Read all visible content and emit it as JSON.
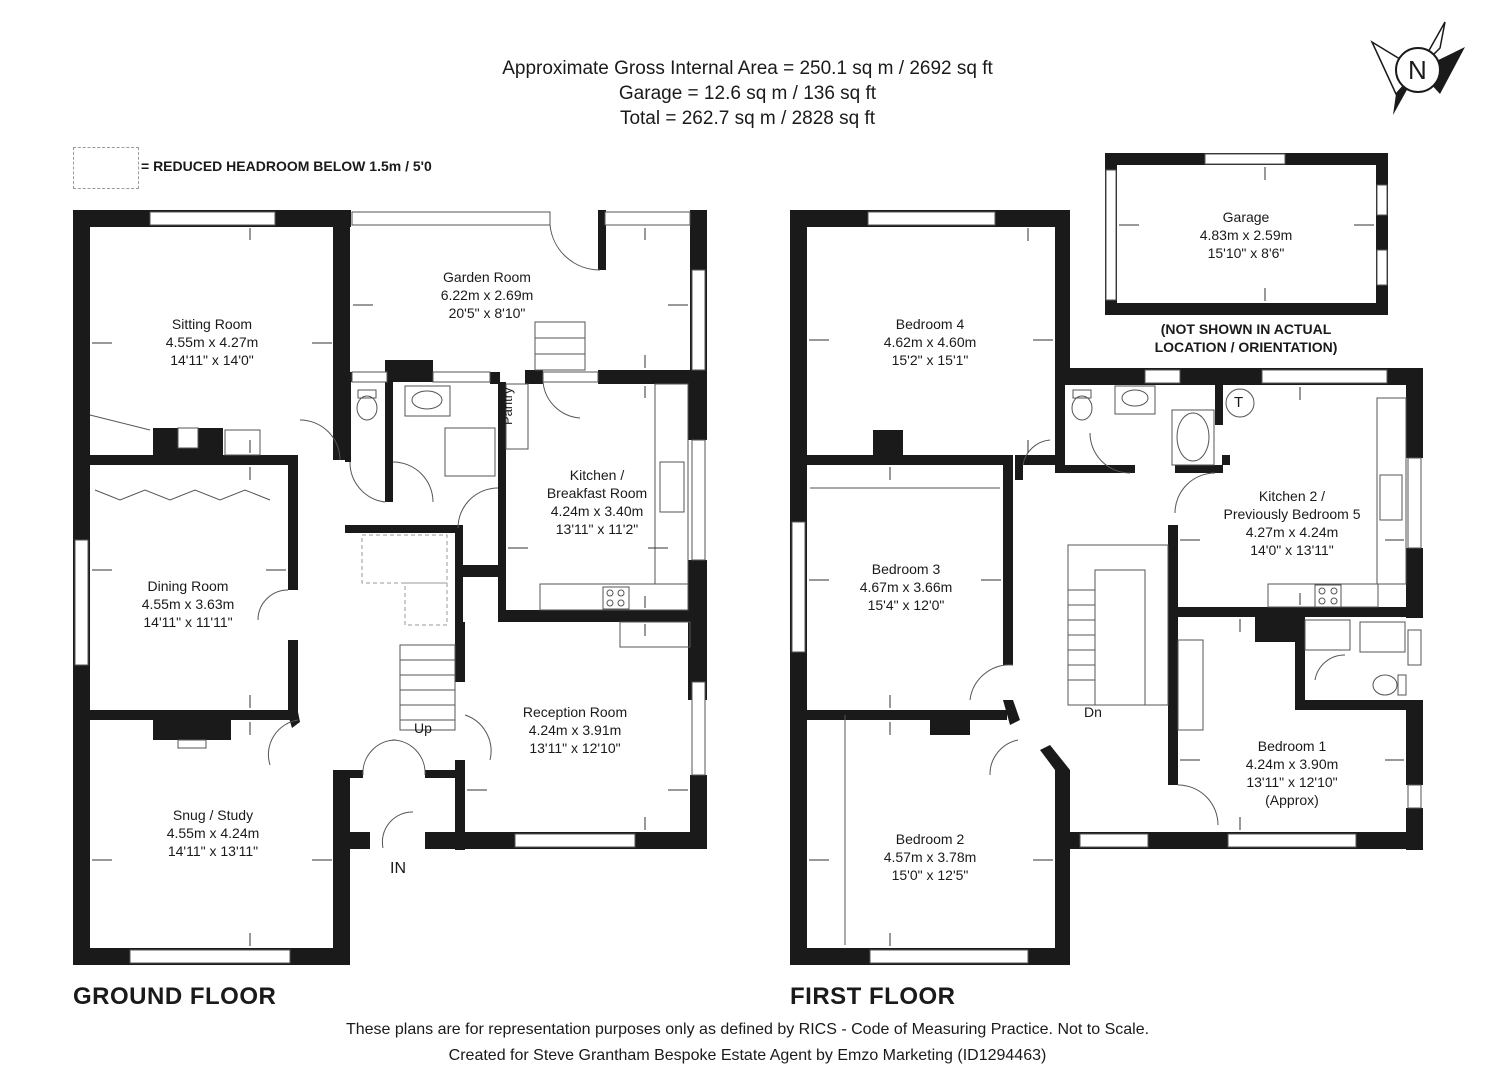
{
  "header": {
    "line1": "Approximate Gross Internal Area = 250.1 sq m / 2692 sq ft",
    "line2": "Garage = 12.6 sq m / 136 sq ft",
    "line3": "Total = 262.7 sq m / 2828 sq ft"
  },
  "compass": {
    "label": "N",
    "icon": "north-compass-icon"
  },
  "legend": {
    "text": "= REDUCED HEADROOM BELOW 1.5m / 5'0"
  },
  "ground_floor": {
    "title": "GROUND FLOOR",
    "rooms": {
      "sitting": {
        "name": "Sitting Room",
        "metric": "4.55m x 4.27m",
        "imperial": "14'11\" x 14'0\""
      },
      "garden": {
        "name": "Garden Room",
        "metric": "6.22m x 2.69m",
        "imperial": "20'5\" x 8'10\""
      },
      "kitchen": {
        "name": "Kitchen /",
        "name2": "Breakfast Room",
        "metric": "4.24m x 3.40m",
        "imperial": "13'11\" x 11'2\""
      },
      "dining": {
        "name": "Dining Room",
        "metric": "4.55m x 3.63m",
        "imperial": "14'11\" x 11'11\""
      },
      "reception": {
        "name": "Reception Room",
        "metric": "4.24m x 3.91m",
        "imperial": "13'11\" x 12'10\""
      },
      "snug": {
        "name": "Snug / Study",
        "metric": "4.55m x 4.24m",
        "imperial": "14'11\" x 13'11\""
      }
    },
    "pantry": "Pantry",
    "up": "Up",
    "entrance": "IN"
  },
  "first_floor": {
    "title": "FIRST FLOOR",
    "rooms": {
      "bed4": {
        "name": "Bedroom 4",
        "metric": "4.62m x 4.60m",
        "imperial": "15'2\" x 15'1\""
      },
      "bed3": {
        "name": "Bedroom 3",
        "metric": "4.67m x 3.66m",
        "imperial": "15'4\" x 12'0\""
      },
      "bed2": {
        "name": "Bedroom 2",
        "metric": "4.57m x 3.78m",
        "imperial": "15'0\" x 12'5\""
      },
      "kitchen2": {
        "name": "Kitchen 2 /",
        "name2": "Previously Bedroom 5",
        "metric": "4.27m x 4.24m",
        "imperial": "14'0\" x 13'11\""
      },
      "bed1": {
        "name": "Bedroom 1",
        "metric": "4.24m x 3.90m",
        "imperial": "13'11\" x 12'10\"",
        "note": "(Approx)"
      }
    },
    "down": "Dn",
    "tank": "T"
  },
  "garage": {
    "name": "Garage",
    "metric": "4.83m x 2.59m",
    "imperial": "15'10\" x 8'6\"",
    "note1": "(NOT SHOWN IN ACTUAL",
    "note2": "LOCATION / ORIENTATION)"
  },
  "footer": {
    "line1": "These plans are for representation purposes only as defined by RICS - Code of Measuring Practice. Not to Scale.",
    "line2": "Created for Steve Grantham Bespoke Estate Agent by Emzo Marketing (ID1294463)"
  }
}
